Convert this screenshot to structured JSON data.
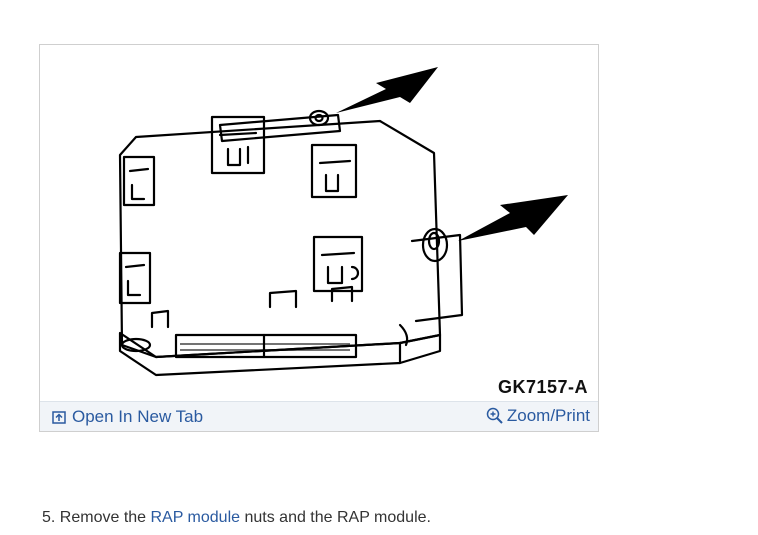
{
  "figure": {
    "code": "GK7157-A",
    "open_tab_label": "Open In New Tab",
    "zoom_label": "Zoom/Print",
    "link_color": "#2a5aa0",
    "icons": {
      "open_tab": "open-new-tab-icon",
      "zoom": "zoom-in-icon"
    }
  },
  "instruction": {
    "prefix": "5. Remove the ",
    "link": "RAP module",
    "suffix": " nuts and the RAP module."
  }
}
